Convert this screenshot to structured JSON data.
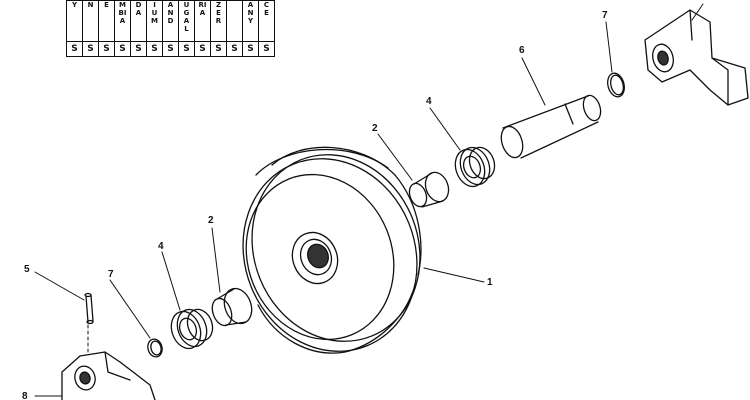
{
  "country_table": {
    "headers": [
      "Y",
      "N",
      "E",
      "MBIA",
      "DA",
      "IUM",
      "AND",
      "UGAL",
      "RIA",
      "ZER",
      "",
      "ANY",
      "CE"
    ],
    "values": [
      "S",
      "S",
      "S",
      "S",
      "S",
      "S",
      "S",
      "S",
      "S",
      "S",
      "S",
      "S",
      "S"
    ]
  },
  "callouts": {
    "roller": "1",
    "bushing_upper": "2",
    "bushing_lower": "2",
    "seal_upper": "4",
    "seal_lower": "4",
    "pin_small": "5",
    "shaft": "6",
    "ring_upper": "7",
    "ring_lower": "7",
    "bracket_lower": "8"
  }
}
